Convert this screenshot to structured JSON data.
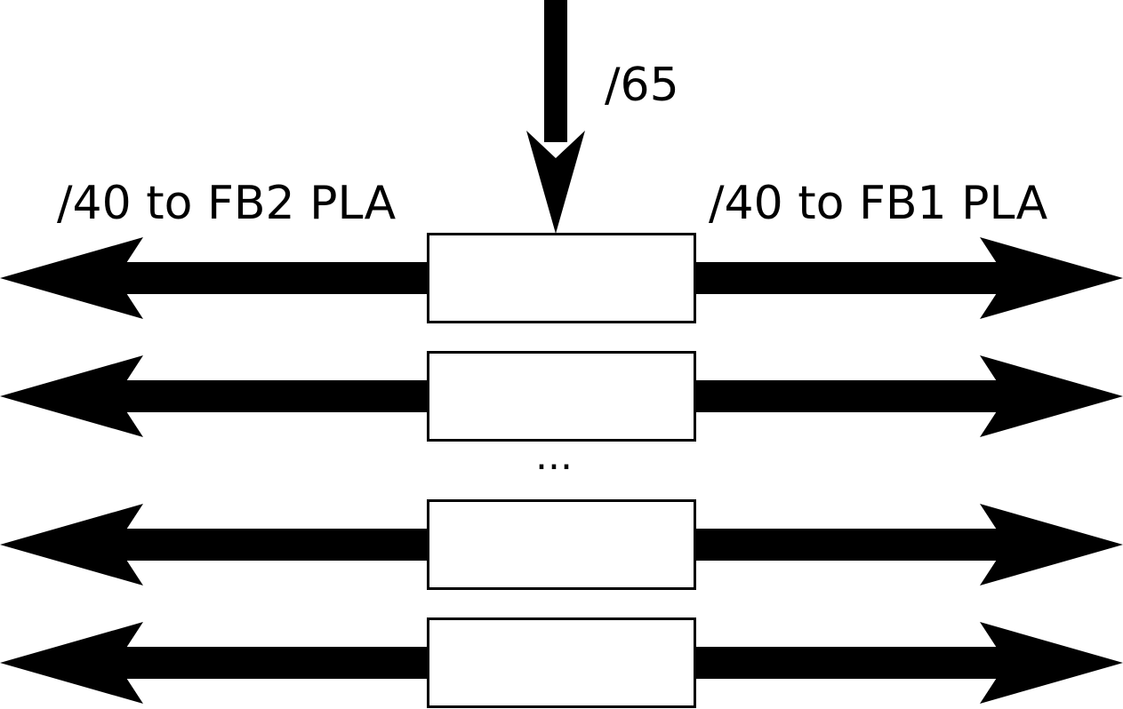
{
  "diagram": {
    "input_label": "/65",
    "left_label": "/40 to FB2 PLA",
    "right_label": "/40 to FB1 PLA",
    "ellipsis": "...",
    "row_count": 4
  },
  "colors": {
    "stroke": "#000000",
    "fill": "#ffffff"
  }
}
